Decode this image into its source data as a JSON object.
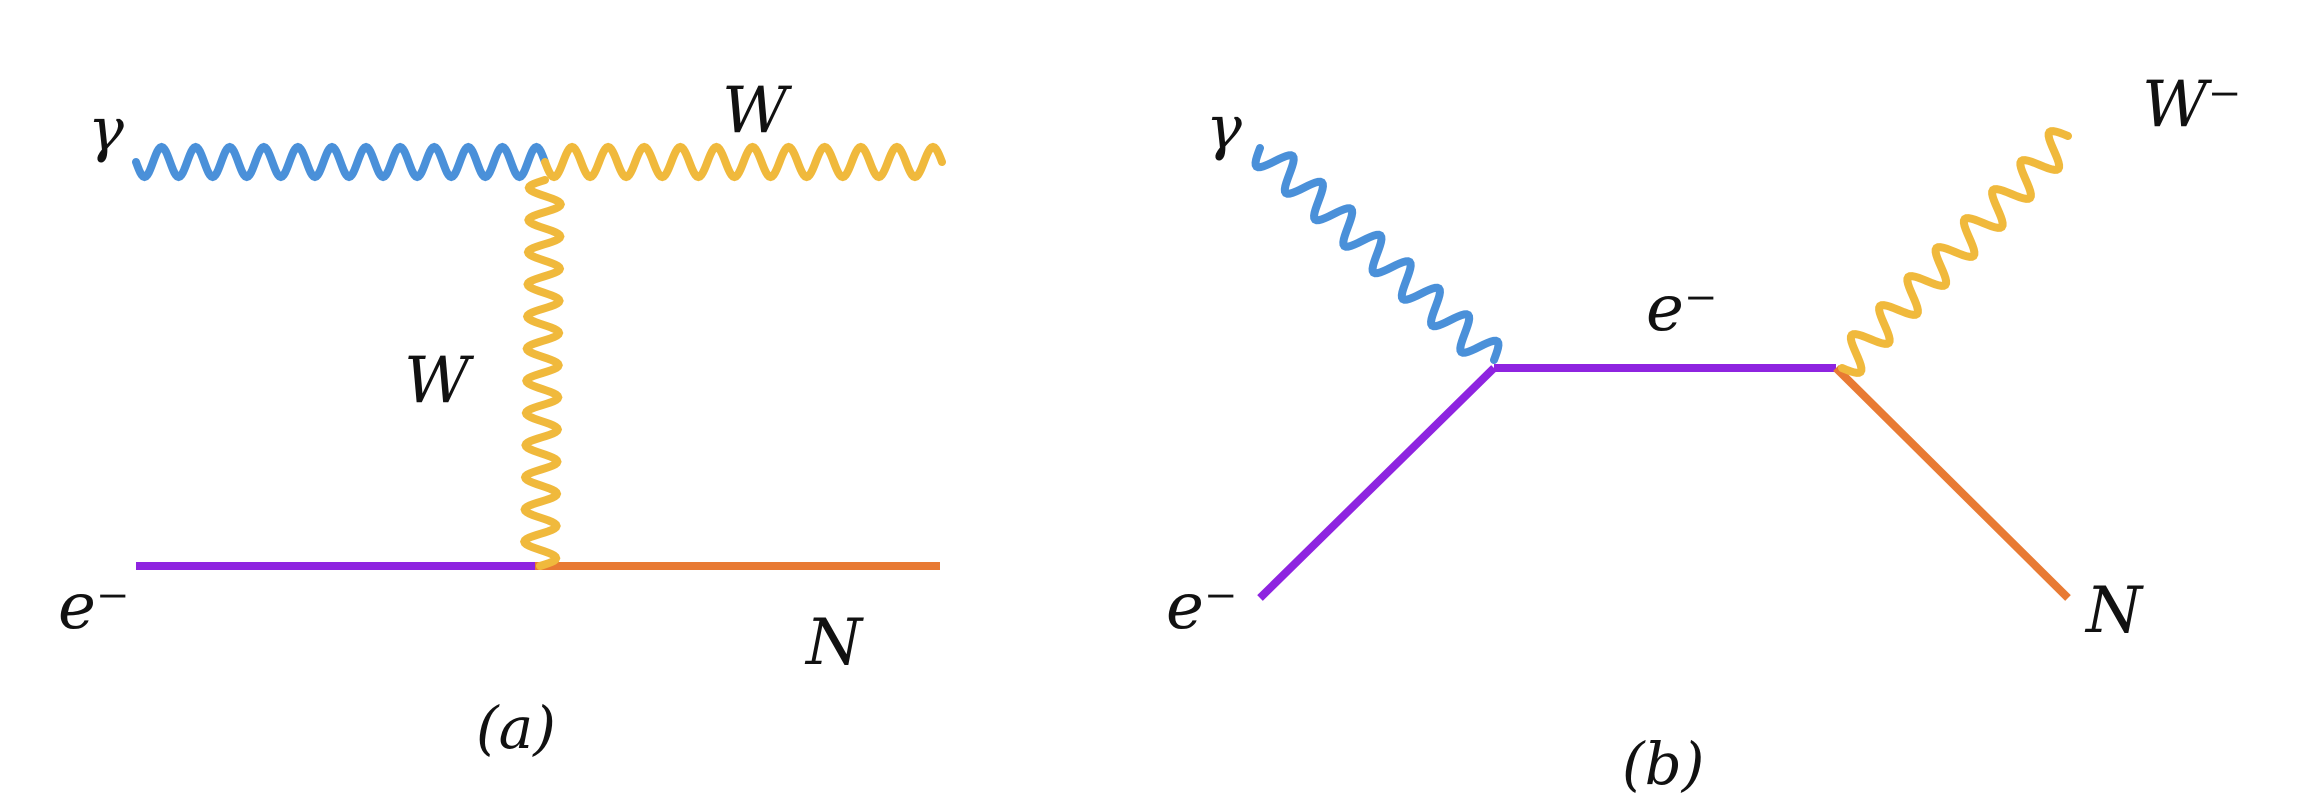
{
  "colors": {
    "photon": "#4A90D9",
    "w_boson": "#F0B93C",
    "electron": "#8E24E0",
    "neutrino": "#E87A33",
    "text": "#111111"
  },
  "diagram_a": {
    "label_photon": "γ",
    "label_w_outgoing": "W",
    "label_w_propagator": "W",
    "label_electron": "e⁻",
    "label_neutral": "N",
    "caption": "(a)"
  },
  "diagram_b": {
    "label_photon": "γ",
    "label_w_minus": "W⁻",
    "label_electron_propagator": "e⁻",
    "label_electron": "e⁻",
    "label_neutral": "N",
    "caption": "(b)"
  }
}
